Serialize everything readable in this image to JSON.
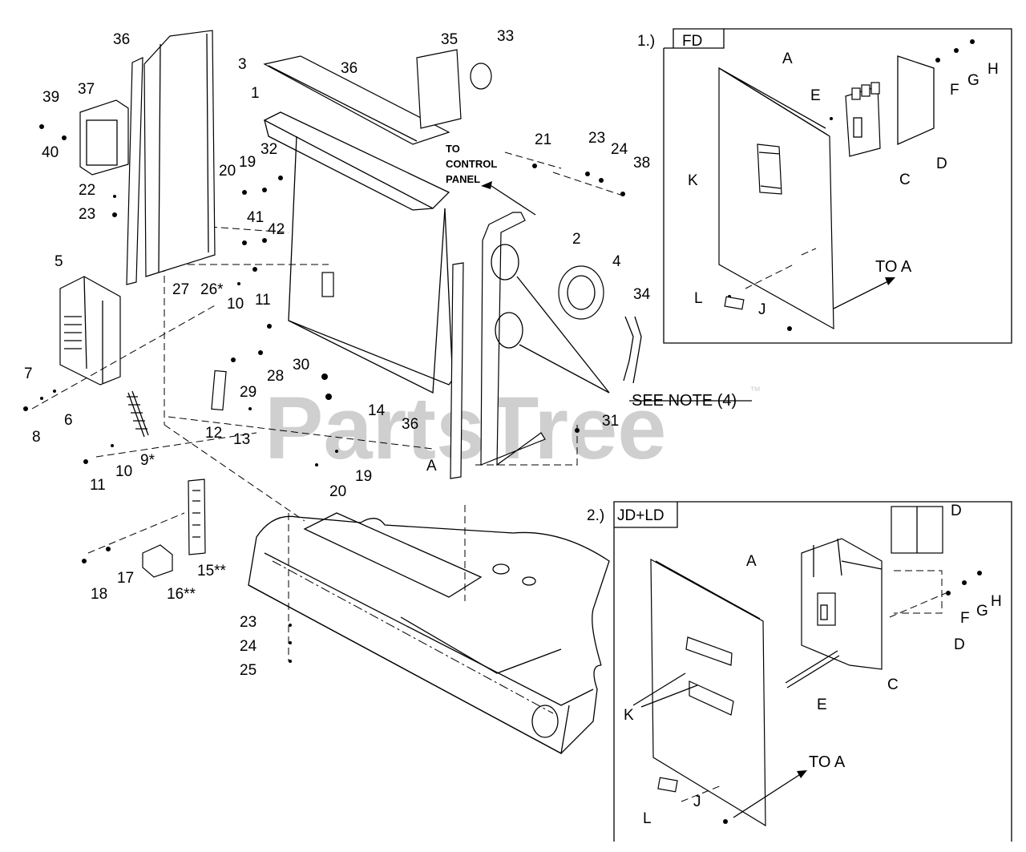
{
  "watermark": "PartsTree",
  "trademark": "™",
  "notes": {
    "see_note": "SEE NOTE (4)",
    "to_control_panel_1": "TO",
    "to_control_panel_2": "CONTROL",
    "to_control_panel_3": "PANEL"
  },
  "main_callouts": [
    "1",
    "2",
    "3",
    "4",
    "5",
    "6",
    "7",
    "8",
    "9*",
    "10",
    "10",
    "11",
    "11",
    "12",
    "13",
    "14",
    "15**",
    "16**",
    "17",
    "18",
    "19",
    "19",
    "20",
    "20",
    "21",
    "22",
    "23",
    "23",
    "23",
    "24",
    "24",
    "25",
    "26*",
    "27",
    "28",
    "29",
    "30",
    "31",
    "32",
    "33",
    "34",
    "35",
    "36",
    "36",
    "36",
    "37",
    "38",
    "39",
    "40",
    "41",
    "42",
    "A"
  ],
  "inset_fd": {
    "index": "1.)",
    "title": "FD",
    "letters": [
      "A",
      "E",
      "F",
      "G",
      "H",
      "D",
      "C",
      "K",
      "L",
      "J"
    ],
    "to_a": "TO A"
  },
  "inset_jd": {
    "index": "2.)",
    "title": "JD+LD",
    "letters": [
      "A",
      "D",
      "D",
      "F",
      "G",
      "H",
      "C",
      "E",
      "K",
      "L",
      "J"
    ],
    "to_a": "TO A"
  }
}
